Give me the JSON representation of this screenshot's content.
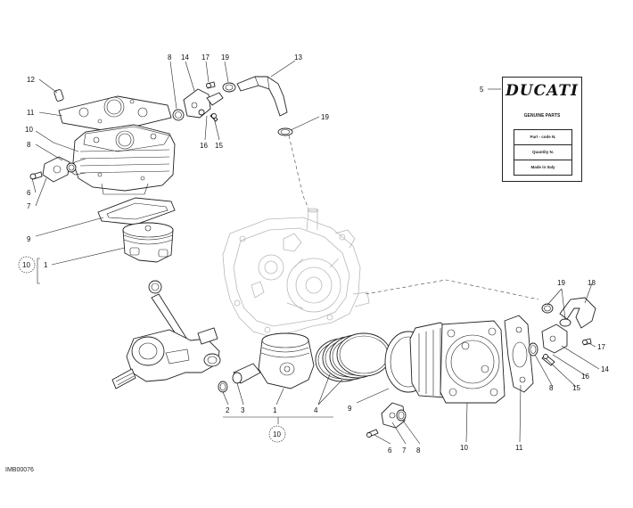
{
  "image_code": "IMB00076",
  "parts_tag": {
    "brand": "DUCATI",
    "subtitle": "GENUINE PARTS",
    "rows": [
      "Part - code N.",
      "Quantity N.",
      "Made in Italy"
    ]
  },
  "callouts": {
    "c12": "12",
    "c11a": "11",
    "c10a": "10",
    "c8a": "8",
    "c6a": "6",
    "c7a": "7",
    "c9a": "9",
    "c10b": "10",
    "c1a": "1",
    "c8b": "8",
    "c14a": "14",
    "c17a": "17",
    "c19a": "19",
    "c13": "13",
    "c16a": "16",
    "c15a": "15",
    "c19b": "19",
    "c5": "5",
    "c19c": "19",
    "c18": "18",
    "c17b": "17",
    "c14b": "14",
    "c16b": "16",
    "c15b": "15",
    "c8c": "8",
    "c11b": "11",
    "c10c": "10",
    "c9b": "9",
    "c6b": "6",
    "c7b": "7",
    "c8d": "8",
    "c2": "2",
    "c3": "3",
    "c1b": "1",
    "c4": "4",
    "c10d": "10"
  }
}
